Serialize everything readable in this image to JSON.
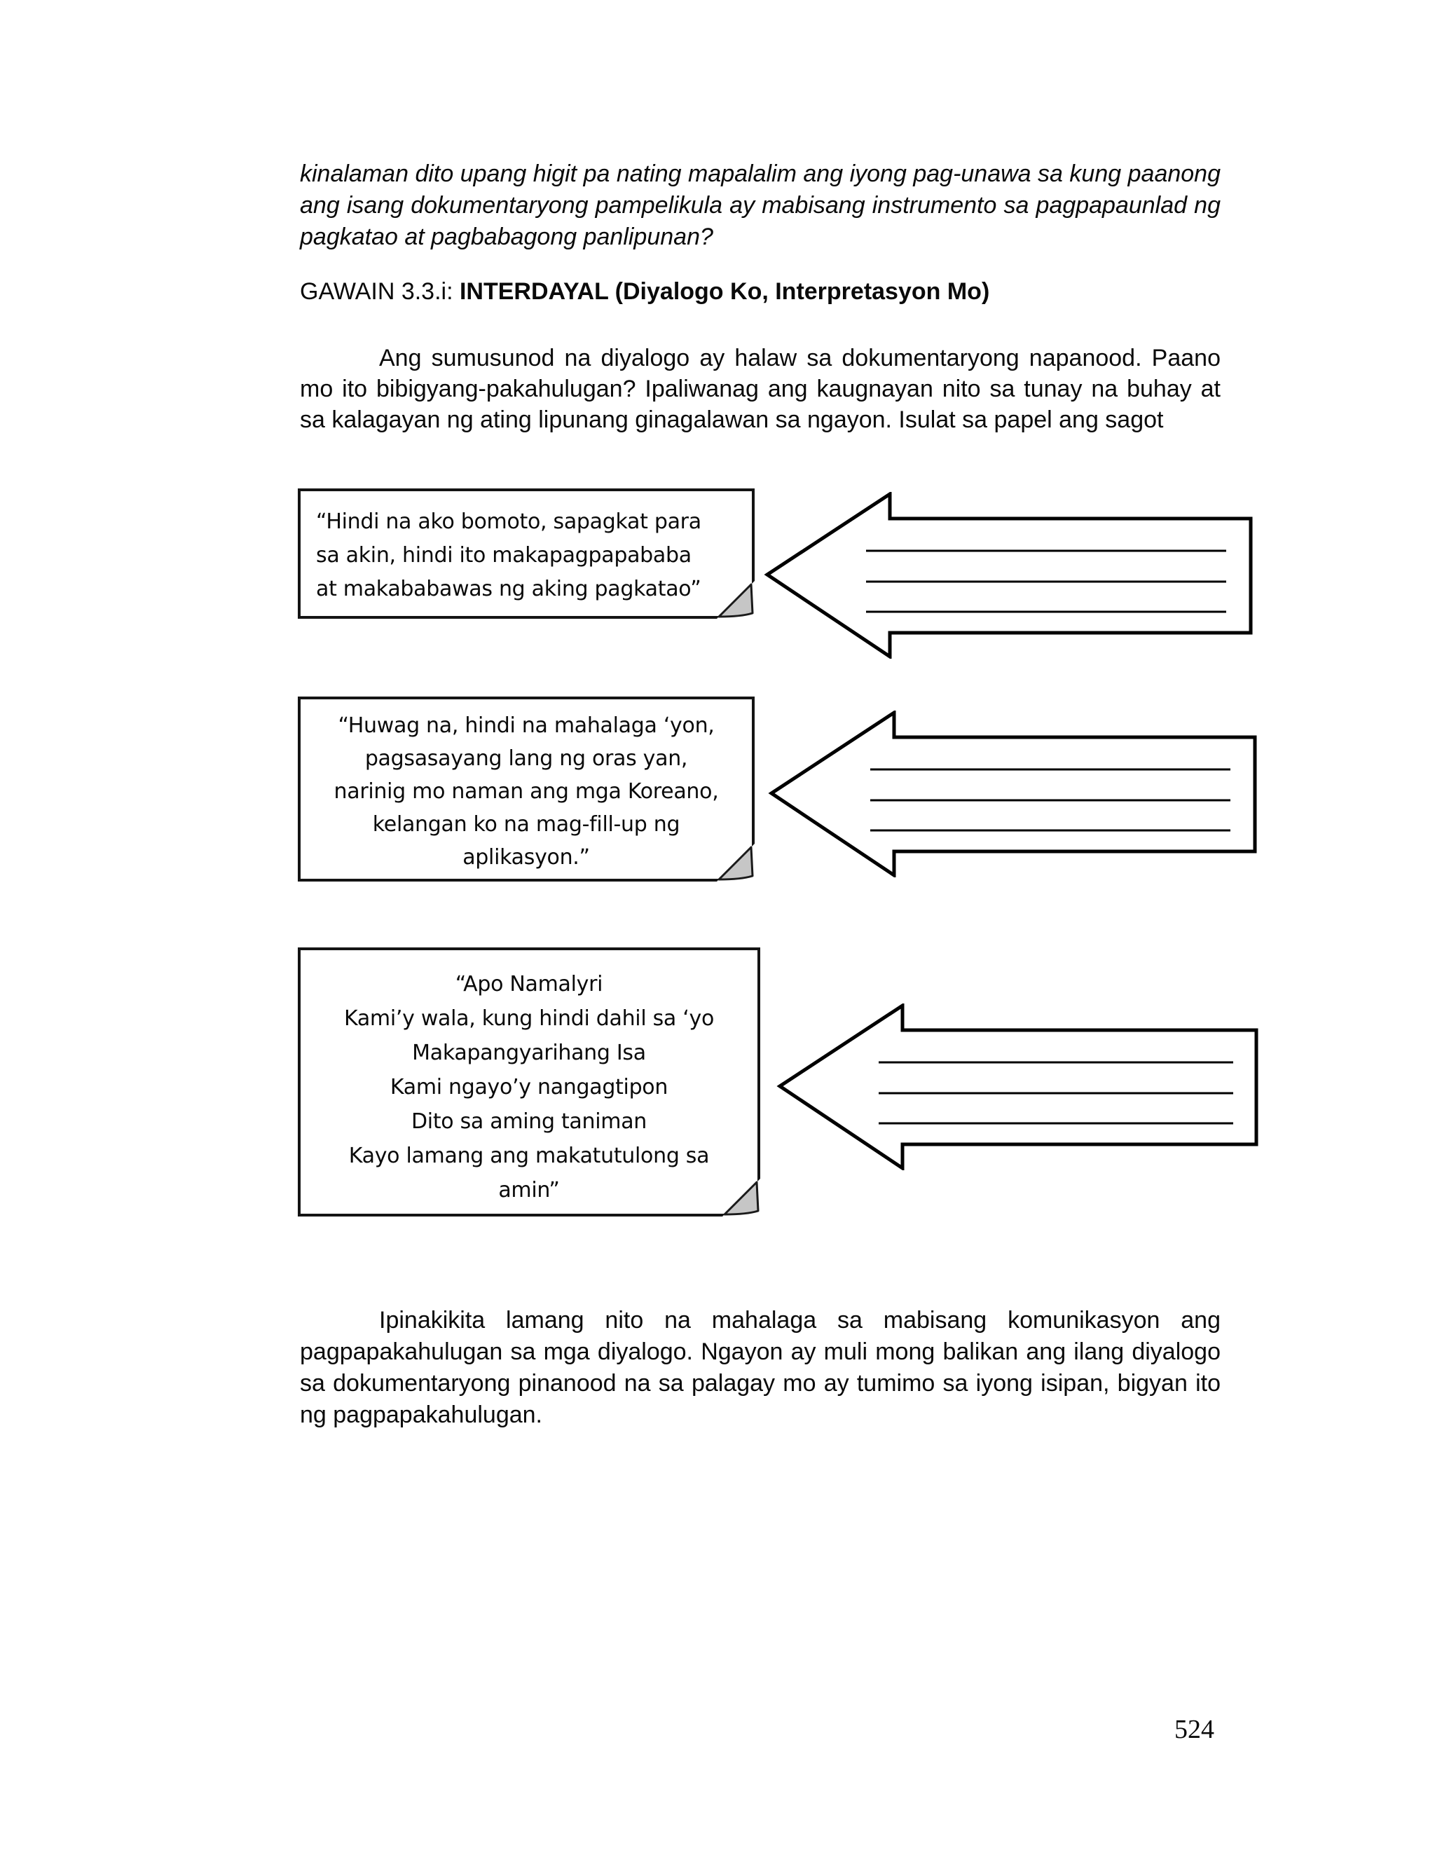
{
  "page": {
    "intro_paragraph": "kinalaman dito upang higit pa nating mapalalim ang iyong pag-unawa sa kung paanong ang isang dokumentaryong pampelikula ay mabisang instrumento sa pagpapaunlad ng pagkatao at pagbabagong panlipunan?",
    "heading": {
      "prefix": "GAWAIN 3.3.i: ",
      "title": "INTERDAYAL (Diyalogo Ko, Interpretasyon Mo)"
    },
    "instructions": "Ang sumusunod na diyalogo ay halaw sa dokumentaryong napanood. Paano mo ito bibigyang-pakahulugan? Ipaliwanag ang kaugnayan nito sa tunay na buhay at sa kalagayan ng ating lipunang ginagalawan sa ngayon. Isulat sa papel ang sagot",
    "dialogs": [
      {
        "align": "left",
        "lines": [
          "“Hindi na ako bomoto, sapagkat para",
          "sa akin, hindi ito makapagpapababa",
          "at makababawas ng aking pagkatao”"
        ]
      },
      {
        "align": "center",
        "lines": [
          "“Huwag na, hindi na mahalaga ‘yon,",
          "pagsasayang lang ng oras yan,",
          "narinig mo naman ang mga Koreano,",
          "kelangan ko na mag-fill-up ng",
          "aplikasyon.”"
        ]
      },
      {
        "align": "center",
        "lines": [
          "“Apo Namalyri",
          "Kami’y wala, kung hindi dahil sa ‘yo",
          "Makapangyarihang Isa",
          "Kami ngayo’y nangagtipon",
          "Dito sa aming taniman",
          "Kayo lamang ang makatutulong sa",
          "amin”"
        ]
      }
    ],
    "arrows": [
      {
        "icon": "left-arrow-icon",
        "blank_lines": 3
      },
      {
        "icon": "left-arrow-icon",
        "blank_lines": 3
      },
      {
        "icon": "left-arrow-icon",
        "blank_lines": 3
      }
    ],
    "closing_paragraph": "Ipinakikita lamang nito na mahalaga sa mabisang  komunikasyon ang pagpapakahulugan sa mga diyalogo. Ngayon ay muli mong balikan ang ilang diyalogo sa dokumentaryong pinanood na sa palagay mo ay tumimo sa iyong isipan,  bigyan ito ng pagpapakahulugan.",
    "page_number": "524"
  }
}
